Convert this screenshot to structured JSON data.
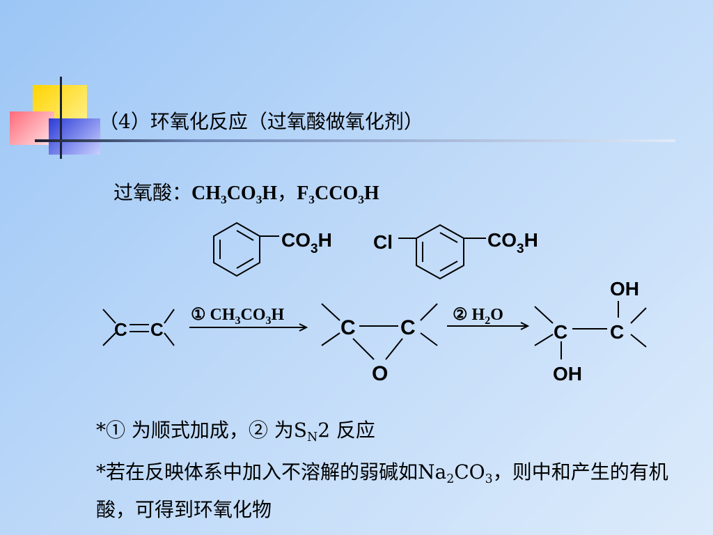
{
  "title": "（4）环氧化反应（过氧酸做氧化剂）",
  "peracids": {
    "label": "过氧酸：",
    "formula1": {
      "a": "CH",
      "s1": "3",
      "b": "CO",
      "s2": "3",
      "c": "H"
    },
    "separator": "，",
    "formula2": {
      "a": "F",
      "s1": "3",
      "b": "CCO",
      "s2": "3",
      "c": "H"
    }
  },
  "structures": {
    "co3h_main": "CO",
    "co3h_sub": "3",
    "co3h_h": "H",
    "cl": "Cl"
  },
  "reaction": {
    "alkene_c": "C",
    "step1_num": "①",
    "step1_reagent": {
      "a": "CH",
      "s1": "3",
      "b": "CO",
      "s2": "3",
      "c": "H"
    },
    "epoxide_c": "C",
    "epoxide_o": "O",
    "step2_num": "②",
    "step2_reagent": {
      "a": "H",
      "s1": "2",
      "b": "O"
    },
    "diol_c": "C",
    "diol_oh": "OH"
  },
  "notes": {
    "note1": {
      "a": "*① 为顺式加成，② 为S",
      "sub": "N",
      "b": "2 反应"
    },
    "note2": {
      "a": "*若在反映体系中加入不溶解的弱碱如Na",
      "s1": "2",
      "b": "CO",
      "s2": "3",
      "c": "，则中和产生的有机酸，可得到环氧化物"
    }
  },
  "colors": {
    "background_from": "#9cc6f6",
    "background_to": "#dcebfb"
  }
}
